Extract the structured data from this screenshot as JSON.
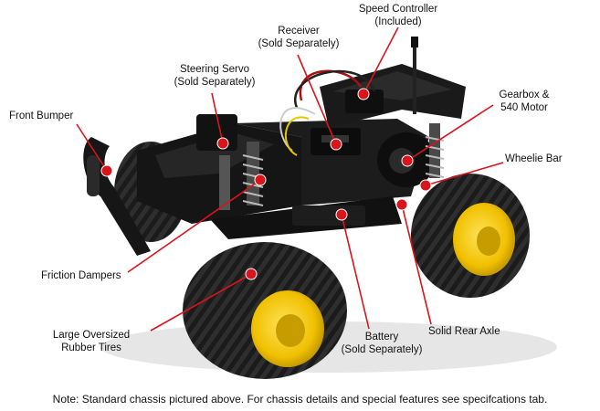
{
  "labels": {
    "speed_controller": {
      "line1": "Speed Controller",
      "line2": "(Included)"
    },
    "receiver": {
      "line1": "Receiver",
      "line2": "(Sold Separately)"
    },
    "steering_servo": {
      "line1": "Steering Servo",
      "line2": "(Sold Separately)"
    },
    "gearbox": {
      "line1": "Gearbox &",
      "line2": "540 Motor"
    },
    "front_bumper": {
      "line1": "Front Bumper"
    },
    "wheelie_bar": {
      "line1": "Wheelie Bar"
    },
    "friction_dampers": {
      "line1": "Friction Dampers"
    },
    "large_tires": {
      "line1": "Large Oversized",
      "line2": "Rubber Tires"
    },
    "battery": {
      "line1": "Battery",
      "line2": "(Sold Separately)"
    },
    "solid_rear_axle": {
      "line1": "Solid Rear Axle"
    }
  },
  "note": "Note: Standard chassis pictured above. For chassis details and special features see specifcations tab.",
  "colors": {
    "callout": "#d9141b",
    "wheel": "#f2c500",
    "chassis": "#111111",
    "background": "#ffffff"
  }
}
